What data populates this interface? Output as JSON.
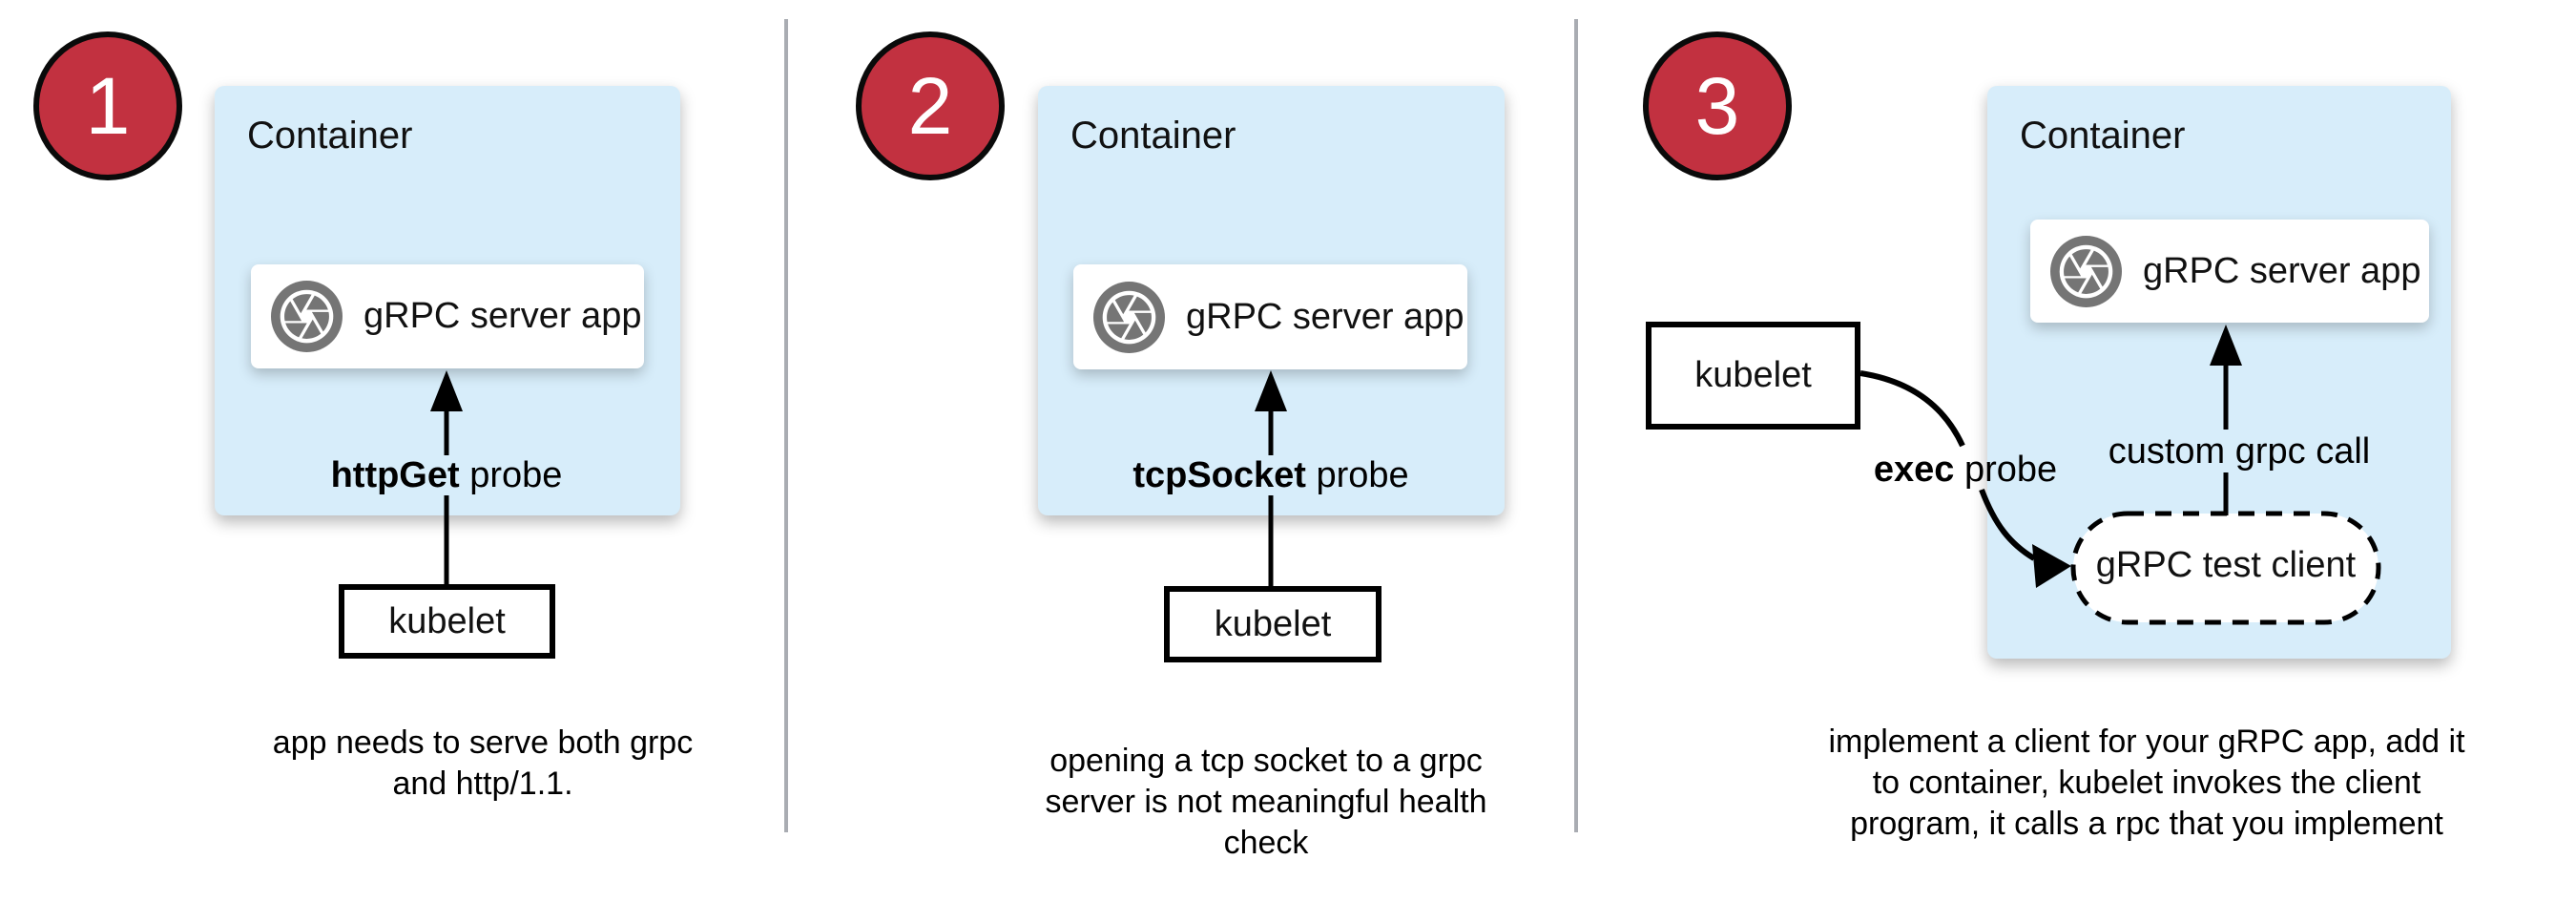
{
  "colors": {
    "container_fill": "#d7edfa",
    "badge_red": "#c23140",
    "badge_border": "#0a0a0a",
    "icon_gray": "#757575",
    "divider_gray": "#a9acb2",
    "line_black": "#000000"
  },
  "panels": [
    {
      "number": "1",
      "container_label": "Container",
      "app_box": {
        "icon": "aperture-icon",
        "label": "gRPC server app"
      },
      "probe_label": {
        "bold": "httpGet",
        "rest": " probe"
      },
      "kubelet_label": "kubelet",
      "caption_lines": [
        "app needs to serve both grpc",
        "and http/1.1."
      ]
    },
    {
      "number": "2",
      "container_label": "Container",
      "app_box": {
        "icon": "aperture-icon",
        "label": "gRPC server app"
      },
      "probe_label": {
        "bold": "tcpSocket",
        "rest": " probe"
      },
      "kubelet_label": "kubelet",
      "caption_lines": [
        "opening a tcp socket to a grpc",
        "server is not meaningful health",
        "check"
      ]
    },
    {
      "number": "3",
      "container_label": "Container",
      "app_box": {
        "icon": "aperture-icon",
        "label": "gRPC server app"
      },
      "probe_label": {
        "bold": "exec",
        "rest": " probe"
      },
      "kubelet_label": "kubelet",
      "call_label": "custom grpc call",
      "client_label": "gRPC test client",
      "caption_lines": [
        "implement a client for your gRPC app, add it",
        "to container, kubelet invokes the client",
        "program, it calls a rpc that you implement"
      ]
    }
  ]
}
